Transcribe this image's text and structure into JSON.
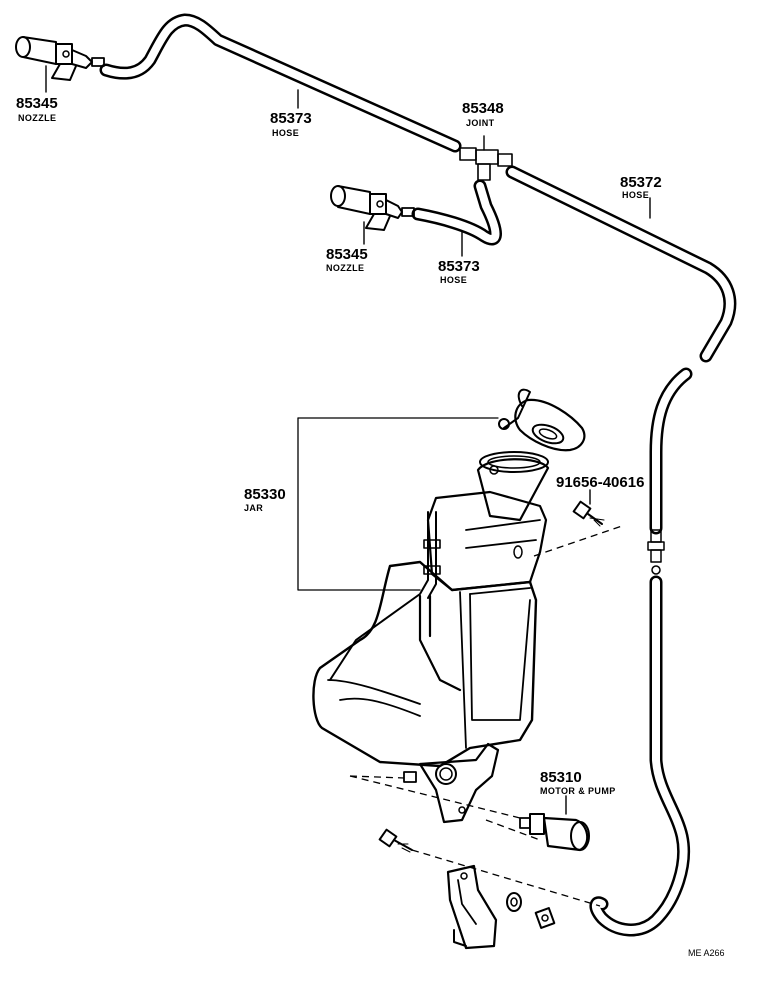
{
  "labels": [
    {
      "id": "nozzle-left",
      "number": "85345",
      "name": "NOZZLE"
    },
    {
      "id": "hose-upper",
      "number": "85373",
      "name": "HOSE"
    },
    {
      "id": "joint",
      "number": "85348",
      "name": "JOINT"
    },
    {
      "id": "hose-long",
      "number": "85372",
      "name": "HOSE"
    },
    {
      "id": "nozzle-center",
      "number": "85345",
      "name": "NOZZLE"
    },
    {
      "id": "hose-center",
      "number": "85373",
      "name": "HOSE"
    },
    {
      "id": "bolt",
      "number": "91656-40616",
      "name": ""
    },
    {
      "id": "jar",
      "number": "85330",
      "name": "JAR"
    },
    {
      "id": "motor-pump",
      "number": "85310",
      "name": "MOTOR & PUMP"
    }
  ],
  "reference_code": "ME A266"
}
